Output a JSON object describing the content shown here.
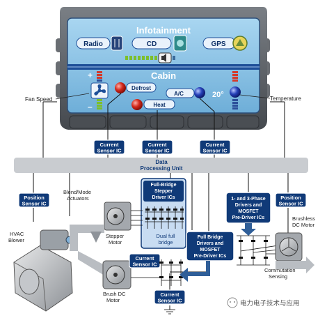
{
  "console": {
    "infotainment_title": "Infotainment",
    "radio_label": "Radio",
    "cd_label": "CD",
    "gps_label": "GPS",
    "cabin_title": "Cabin",
    "defrost_label": "Defrost",
    "heat_label": "Heat",
    "ac_label": "A/C",
    "temperature_value": "20°",
    "plus_sign": "+",
    "minus_sign": "–"
  },
  "callouts": {
    "fan_speed": "Fan Speed",
    "temperature": "Temperature"
  },
  "sensor_labels": {
    "current_line1": "Current",
    "current_line2": "Sensor IC",
    "position_line1": "Position",
    "position_line2": "Sensor IC"
  },
  "dpu": {
    "line1": "Data",
    "line2": "Processing Unit"
  },
  "components": {
    "blend_mode_line1": "Blend/Mode",
    "blend_mode_line2": "Actuators",
    "hvac_line1": "HVAC",
    "hvac_line2": "Blower",
    "stepper_line1": "Stepper",
    "stepper_line2": "Motor",
    "brush_line1": "Brush DC",
    "brush_line2": "Motor",
    "brushless_line1": "Brushless",
    "brushless_line2": "DC Motor",
    "commutation_line1": "Commutation",
    "commutation_line2": "Sensing"
  },
  "driver_boxes": {
    "fullbridge_stepper": [
      "Full-Bridge",
      "Stepper",
      "Driver ICs"
    ],
    "dual_full_bridge": [
      "Dual full",
      "bridge"
    ],
    "fullbridge_mosfet": [
      "Full Bridge",
      "Drivers and",
      "MOSFET",
      "Pre-Driver ICs"
    ],
    "three_phase": [
      "1- and 3-Phase",
      "Drivers and",
      "MOSFET",
      "Pre-Driver ICs"
    ]
  },
  "watermark": "电力电子技术与应用",
  "colors": {
    "navy": "#103a78",
    "screen": "#8ec4e6",
    "bezel": "#5d6166",
    "bus": "#c9ccd0"
  }
}
